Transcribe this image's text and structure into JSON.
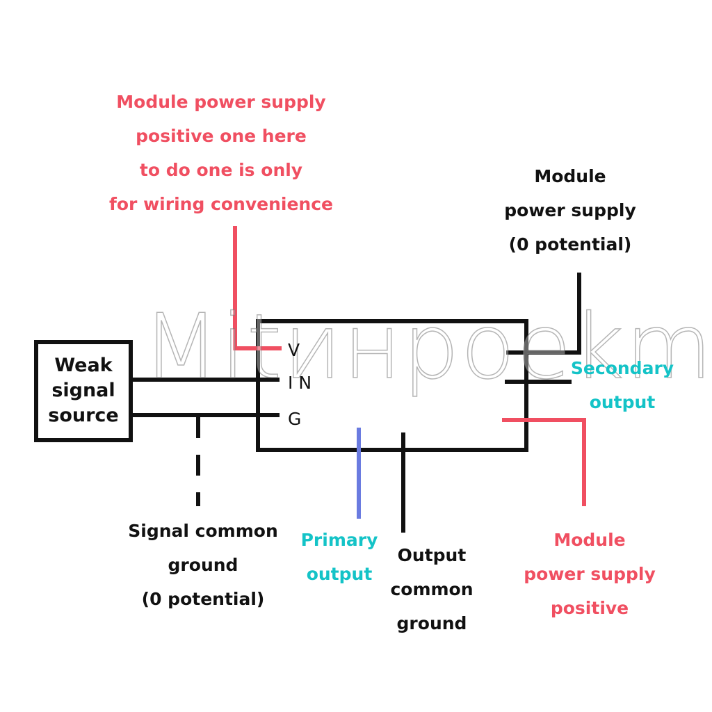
{
  "colors": {
    "red": "#f04f61",
    "cyan": "#14c3c7",
    "blue": "#6a7be0",
    "black": "#111111"
  },
  "watermark": "Mitинpoekm",
  "source_box": {
    "lines": [
      "Weak",
      "signal",
      "source"
    ]
  },
  "pins": {
    "v": "V",
    "in": "I N",
    "g": "G"
  },
  "labels": {
    "power_positive_top": [
      "Module power supply",
      "positive one here",
      "to do one is only",
      "for wiring convenience"
    ],
    "power_zero": [
      "Module",
      "power supply",
      "(0 potential)"
    ],
    "secondary_output": [
      "Secondary",
      "output"
    ],
    "signal_ground": [
      "Signal common",
      "ground",
      "(0 potential)"
    ],
    "primary_output": [
      "Primary",
      "output"
    ],
    "output_ground": [
      "Output",
      "common",
      "ground"
    ],
    "power_positive_bottom": [
      "Module",
      "power supply",
      "positive"
    ]
  }
}
